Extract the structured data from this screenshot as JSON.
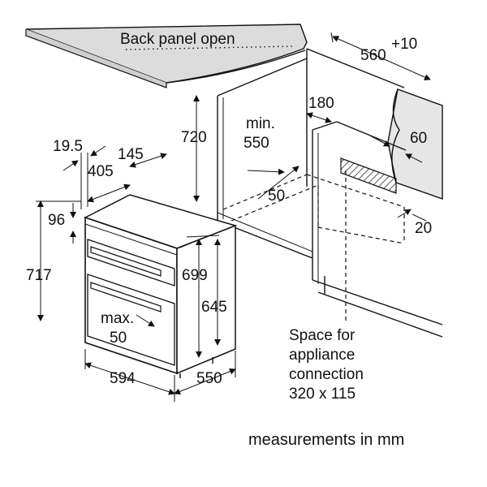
{
  "labels": {
    "back_panel": "Back panel open",
    "min": "min.",
    "min_value": "550",
    "max": "max.",
    "max_value": "50",
    "space_line1": "Space for",
    "space_line2": "appliance",
    "space_line3": "connection",
    "space_line4": "320 x 115",
    "units_note": "measurements in mm"
  },
  "dimensions": {
    "depth_niche": "560",
    "depth_niche_tol": "+10",
    "height_720": "720",
    "gap_180": "180",
    "gap_60": "60",
    "gap_50": "50",
    "gap_20": "20",
    "d_19_5": "19.5",
    "d_145": "145",
    "d_405": "405",
    "d_96": "96",
    "d_717": "717",
    "d_699": "699",
    "d_645": "645",
    "d_594": "594",
    "d_550": "550"
  },
  "colors": {
    "worktop": "#dcdcdc",
    "side_panel": "#e6e6e6",
    "hatch": "#555555",
    "line": "#111111"
  }
}
